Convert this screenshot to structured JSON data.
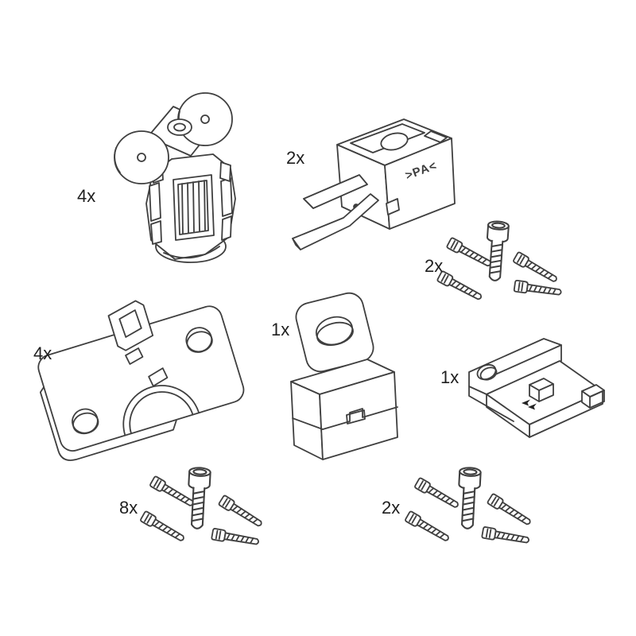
{
  "style": {
    "background": "#ffffff",
    "line_color": "#3f3f3f",
    "label_color": "#1f1f1f"
  },
  "parts": {
    "roller_carriage": {
      "qty": "4x"
    },
    "glider_clip": {
      "qty": "2x",
      "marking": ">PA<"
    },
    "screw_set_top_right": {
      "qty": "2x"
    },
    "mounting_plate": {
      "qty": "4x"
    },
    "adapter_block": {
      "qty": "1x"
    },
    "angle_bracket": {
      "qty": "1x"
    },
    "screw_set_bottom_left": {
      "qty": "8x"
    },
    "screw_set_bottom_center": {
      "qty": "2x"
    }
  }
}
